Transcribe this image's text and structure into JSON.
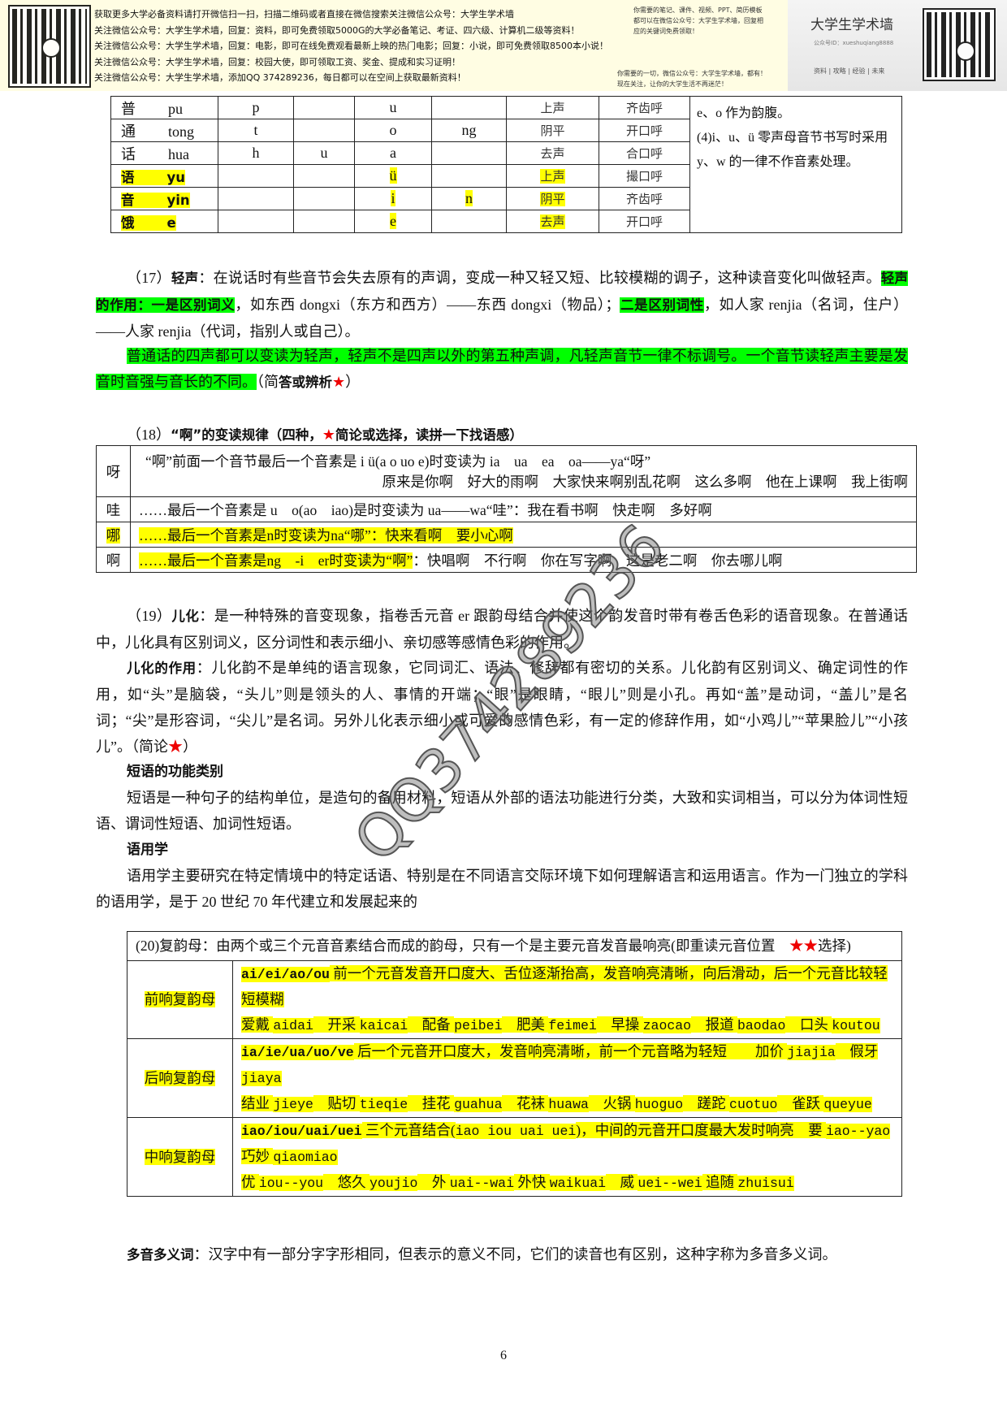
{
  "header": {
    "lines": [
      "获取更多大学必备资料请打开微信扫一扫，扫描二维码或者直接在微信搜索关注微信公众号：大学生学术墙",
      "关注微信公众号：大学生学术墙，回复：资料，即可免费领取5000G的大学必备笔记、考证、四六级、计算机二级等资料！",
      "关注微信公众号：大学生学术墙，回复：电影，即可在线免费观看最新上映的热门电影；回复：小说，即可免费领取8500本小说！",
      "关注微信公众号：大学生学术墙，回复：校园大使，即可领取工资、奖金、提成和实习证明！",
      "关注微信公众号：大学生学术墙，添加QQ 374289236，每日都可以在空间上获取最新资料！"
    ],
    "right_top": [
      "你需要的笔记、课件、视频、PPT、简历模板",
      "都可以在微信公众号：大学生学术墙，回复相",
      "应的关键词免费领取！"
    ],
    "right_bottom": [
      "你需要的一切，微信公众号：大学生学术墙，都有！",
      "现在关注，让你的大学生活不再迷茫！"
    ],
    "brand_name": "大学生学术墙",
    "brand_sub": "公众号ID：xueshuqiang8888",
    "brand_links": "资料 | 攻略 | 经验 | 未来"
  },
  "table1": {
    "rows": [
      {
        "char": "普",
        "py": "pu",
        "c1": "p",
        "c2": "",
        "c3": "u",
        "c4": "",
        "tone": "上声",
        "hu": "齐齿呼",
        "hl": false
      },
      {
        "char": "通",
        "py": "tong",
        "c1": "t",
        "c2": "",
        "c3": "o",
        "c4": "ng",
        "tone": "阴平",
        "hu": "开口呼",
        "hl": false
      },
      {
        "char": "话",
        "py": "hua",
        "c1": "h",
        "c2": "u",
        "c3": "a",
        "c4": "",
        "tone": "去声",
        "hu": "合口呼",
        "hl": false
      },
      {
        "char": "语",
        "py": "yu",
        "c1": "",
        "c2": "",
        "c3": "ü",
        "c4": "",
        "tone": "上声",
        "hu": "撮口呼",
        "hl": true
      },
      {
        "char": "音",
        "py": "yin",
        "c1": "",
        "c2": "",
        "c3": "i",
        "c4": "n",
        "tone": "阴平",
        "hu": "齐齿呼",
        "hl": true
      },
      {
        "char": "饿",
        "py": "e",
        "c1": "",
        "c2": "",
        "c3": "e",
        "c4": "",
        "tone": "去声",
        "hu": "开口呼",
        "hl": true
      }
    ],
    "note": [
      "e、o 作为韵腹。",
      "(4)i、u、ü 零声母音节书写时采用 y、w 的一律不作音素处理。"
    ]
  },
  "p17": [
    {
      "t": "（17）"
    },
    {
      "t": "轻声",
      "b": 1
    },
    {
      "t": "：在说话时有些音节会失去原有的声调，变成一种又轻又短、比较模糊的调子，这种读音变化叫做轻声。"
    },
    {
      "t": "轻声的作用：一是区别词义",
      "b": 1,
      "g": 1
    },
    {
      "t": "，如东西 dongxi（东方和西方）——东西 dongxi（物品）；"
    },
    {
      "t": "二是区别词性",
      "b": 1,
      "g": 1
    },
    {
      "t": "，如人家 renjia（名词，住户）——人家 renjia（代词，指别人或自己）。"
    }
  ],
  "p17b": [
    {
      "t": "普通话的四声都可以变读为轻声，轻声不是四声以外的第五种声调，凡轻声音节一律不标调号。一个音节读轻声主要是发音时音强与音长的不同。",
      "g": 1
    },
    {
      "t": "（简"
    },
    {
      "t": "答或辨析",
      "b": 1
    },
    {
      "t": "★",
      "r": 1
    },
    {
      "t": "）"
    }
  ],
  "p18_title": [
    {
      "t": "（18）"
    },
    {
      "t": "“啊”的变读规律（四种，",
      "b": 1
    },
    {
      "t": "★",
      "r": 1
    },
    {
      "t": "简论或选择，读拼一下找语感）",
      "b": 1
    }
  ],
  "table2": {
    "rows": [
      {
        "key": "呀",
        "line1": [
          {
            "t": "“啊”前面一个音节最后一个音素是 i ü(a o uo e)时变读为 ia　ua　ea　oa——ya“呀”"
          }
        ],
        "line2": "原来是你啊　好大的雨啊　大家快来啊别乱花啊　这么多啊　他在上课啊　我上街啊",
        "hl": false
      },
      {
        "key": "哇",
        "line1": [
          {
            "t": "……最后一个音素是 u　o(ao　iao)是时变读为 ua——wa“哇”：我在看书啊　快走啊　多好啊"
          }
        ],
        "hl": false
      },
      {
        "key": "哪",
        "line1": [
          {
            "t": "……最后一个音素是",
            "y": 1
          },
          {
            "t": "n",
            "y": 1
          },
          {
            "t": "时变读为",
            "y": 1
          },
          {
            "t": "na“哪”：快来看啊　要小心啊",
            "y": 1
          }
        ],
        "hl": true
      },
      {
        "key": "啊",
        "line1": [
          {
            "t": "……最后一个音素是",
            "y": 1
          },
          {
            "t": "ng　-i　er",
            "y": 1
          },
          {
            "t": "时变读为“啊”",
            "y": 1
          },
          {
            "t": "：快唱啊　不行啊　你在写字啊　这是老二啊　你去哪儿啊"
          }
        ],
        "hl": false
      }
    ]
  },
  "p19": [
    {
      "t": "（19）"
    },
    {
      "t": "儿化",
      "b": 1
    },
    {
      "t": "：是一种特殊的音变现象，指卷舌元音 er 跟韵母结合并使这个韵发音时带有卷舌色彩的语音现象。在普通话中，儿化具有区别词义，区分词性和表示细小、亲切感等感情色彩的作用。"
    }
  ],
  "p19b": [
    {
      "t": "儿化的作用",
      "b": 1
    },
    {
      "t": "：儿化韵不是单纯的语言现象，它同词汇、语法、修辞都有密切的关系。儿化韵有区别词义、确定词性的作用，如“头”是脑袋，“头儿”则是领头的人、事情的开端；“眼”是眼睛，“眼儿”则是小孔。再如“盖”是动词，“盖儿”是名词；“尖”是形容词，“尖儿”是名词。另外儿化表示细小或可爱的感情色彩，有一定的修辞作用，如“小鸡儿”“苹果脸儿”“小孩儿”。（简论"
    },
    {
      "t": "★",
      "r": 1
    },
    {
      "t": "）"
    }
  ],
  "phrase": {
    "heading": "短语的功能类别",
    "body": "短语是一种句子的结构单位，是造句的备用材料，短语从外部的语法功能进行分类，大致和实词相当，可以分为体词性短语、谓词性短语、加词性短语。"
  },
  "pragmatics": {
    "heading": "语用学",
    "body": "语用学主要研究在特定情境中的特定话语、特别是在不同语言交际环境下如何理解语言和运用语言。作为一门独立的学科的语用学，是于 20 世纪 70 年代建立和发展起来的"
  },
  "table3": {
    "header": [
      {
        "t": "(20)复韵母：由两个或三个元音音素结合而成的韵母，只有一个是主要元音发音最响亮(即重读元音位置　"
      },
      {
        "t": "★★",
        "r": 1
      },
      {
        "t": "选择)"
      }
    ],
    "rows": [
      {
        "label": "前响复韵母",
        "lines": [
          [
            {
              "t": "ai/ei/ao/ou",
              "m": 1,
              "b": 1
            },
            {
              "t": " 前一个元音发音开口度大、舌位逐渐抬高，发音响亮清晰，向后滑动，后一个元音比较轻短模糊"
            }
          ],
          [
            {
              "t": "爱戴 "
            },
            {
              "t": "aidai",
              "m": 1
            },
            {
              "t": "　开采 "
            },
            {
              "t": "kaicai",
              "m": 1
            },
            {
              "t": "　配备 "
            },
            {
              "t": "peibei",
              "m": 1
            },
            {
              "t": "　肥美 "
            },
            {
              "t": "feimei",
              "m": 1
            },
            {
              "t": "　早操 "
            },
            {
              "t": "zaocao",
              "m": 1
            },
            {
              "t": "　报道 "
            },
            {
              "t": "baodao",
              "m": 1
            },
            {
              "t": "　口头 "
            },
            {
              "t": "koutou",
              "m": 1
            }
          ]
        ]
      },
      {
        "label": "后响复韵母",
        "lines": [
          [
            {
              "t": "ia/ie/ua/uo/ve",
              "m": 1,
              "b": 1
            },
            {
              "t": " 后一个元音开口度大，发音响亮清晰，前一个元音略为轻短　　加价 "
            },
            {
              "t": "jiajia",
              "m": 1
            },
            {
              "t": "　假牙 "
            },
            {
              "t": "jiaya",
              "m": 1
            }
          ],
          [
            {
              "t": "结业 "
            },
            {
              "t": "jieye",
              "m": 1
            },
            {
              "t": "　贴切 "
            },
            {
              "t": "tieqie",
              "m": 1
            },
            {
              "t": "　挂花 "
            },
            {
              "t": "guahua",
              "m": 1
            },
            {
              "t": "　花袜 "
            },
            {
              "t": "huawa",
              "m": 1
            },
            {
              "t": "　火锅 "
            },
            {
              "t": "huoguo",
              "m": 1
            },
            {
              "t": "　蹉跎 "
            },
            {
              "t": "cuotuo",
              "m": 1
            },
            {
              "t": "　雀跃 "
            },
            {
              "t": "queyue",
              "m": 1
            }
          ]
        ]
      },
      {
        "label": "中响复韵母",
        "lines": [
          [
            {
              "t": "iao/iou/uai/uei",
              "m": 1,
              "b": 1
            },
            {
              "t": " 三个元音结合("
            },
            {
              "t": "iao iou uai uei",
              "m": 1
            },
            {
              "t": ")，中间的元音开口度最大发时响亮　要 "
            },
            {
              "t": "iao--yao",
              "m": 1
            },
            {
              "t": " 巧妙 "
            },
            {
              "t": "qiaomiao",
              "m": 1
            }
          ],
          [
            {
              "t": "优 "
            },
            {
              "t": "iou--you",
              "m": 1
            },
            {
              "t": "　悠久 "
            },
            {
              "t": "youjio",
              "m": 1
            },
            {
              "t": "　外 "
            },
            {
              "t": "uai--wai",
              "m": 1
            },
            {
              "t": " 外快 "
            },
            {
              "t": "waikuai",
              "m": 1
            },
            {
              "t": "　威 "
            },
            {
              "t": "uei--wei",
              "m": 1
            },
            {
              "t": " 追随 "
            },
            {
              "t": "zhuisui",
              "m": 1
            }
          ]
        ]
      }
    ]
  },
  "polyphone": [
    {
      "t": "多音多义词",
      "b": 1
    },
    {
      "t": "：汉字中有一部分字字形相同，但表示的意义不同，它们的读音也有区别，这种字称为多音多义词。"
    }
  ],
  "watermark": "QQ374289236",
  "page_number": "6",
  "colors": {
    "yellow_highlight": "#ffff00",
    "green_highlight": "#00ff00",
    "star": "#ee0000"
  }
}
